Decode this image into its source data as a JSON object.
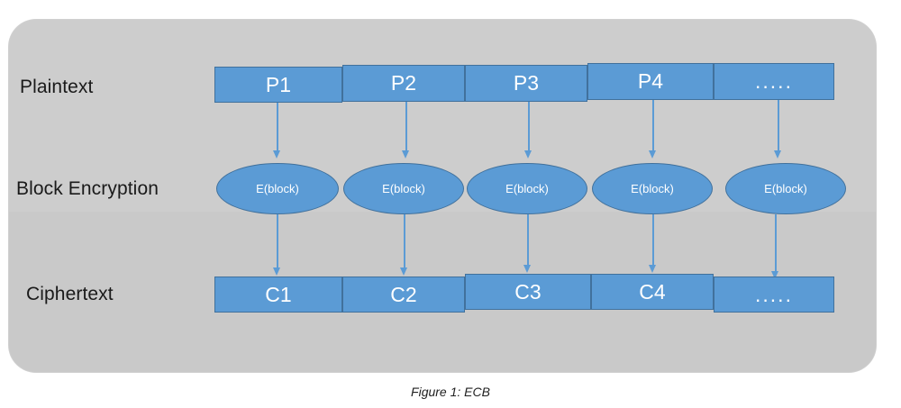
{
  "figure": {
    "caption": "Figure 1: ECB",
    "panel_color": "#cdcdcd",
    "block_fill": "#5b9bd5",
    "block_border": "#41719c",
    "arrow_color": "#5b9bd5",
    "text_color": "#ffffff"
  },
  "rows": {
    "plaintext_label": "Plaintext",
    "block_encryption_label": "Block Encryption",
    "ciphertext_label": "Ciphertext"
  },
  "plaintext_blocks": [
    {
      "label": "P1"
    },
    {
      "label": "P2"
    },
    {
      "label": "P3"
    },
    {
      "label": "P4"
    },
    {
      "label": "....."
    }
  ],
  "cipher_blocks": [
    {
      "label": "C1"
    },
    {
      "label": "C2"
    },
    {
      "label": "C3"
    },
    {
      "label": "C4"
    },
    {
      "label": "....."
    }
  ],
  "encryption_nodes": [
    {
      "label": "E(block)"
    },
    {
      "label": "E(block)"
    },
    {
      "label": "E(block)"
    },
    {
      "label": "E(block)"
    },
    {
      "label": "E(block)"
    }
  ]
}
